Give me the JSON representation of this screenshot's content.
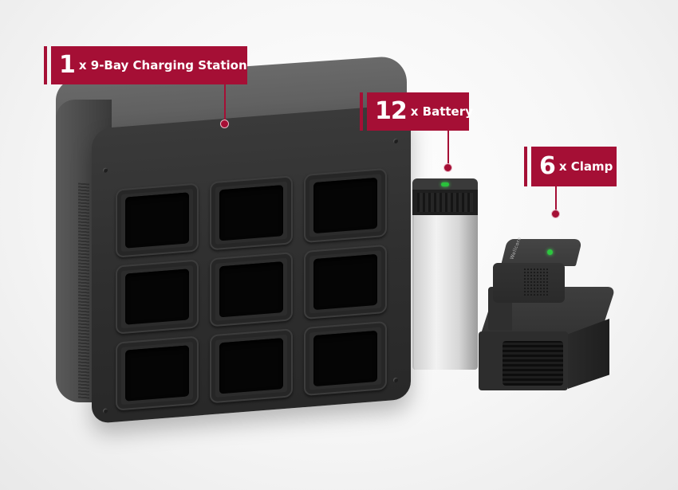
{
  "colors": {
    "accent": "#a50f35",
    "background": "#f4f4f4",
    "device_dark": "#2f2f2f",
    "battery_silver": "#e2e2e2",
    "led_green": "#29c23b"
  },
  "callouts": [
    {
      "id": "station",
      "quantity": "1",
      "label": "x 9-Bay Charging Station"
    },
    {
      "id": "battery",
      "quantity": "12",
      "label": "x Battery"
    },
    {
      "id": "clamp",
      "quantity": "6",
      "label": "x Clamp"
    }
  ],
  "products": {
    "station": {
      "name": "9-Bay Charging Station",
      "bay_count": 9,
      "rows": 3,
      "columns": 3
    },
    "battery": {
      "name": "Battery",
      "status_led": "green"
    },
    "clamp": {
      "name": "Clamp",
      "brand_mark": "Wellcore",
      "status_led": "green"
    }
  }
}
